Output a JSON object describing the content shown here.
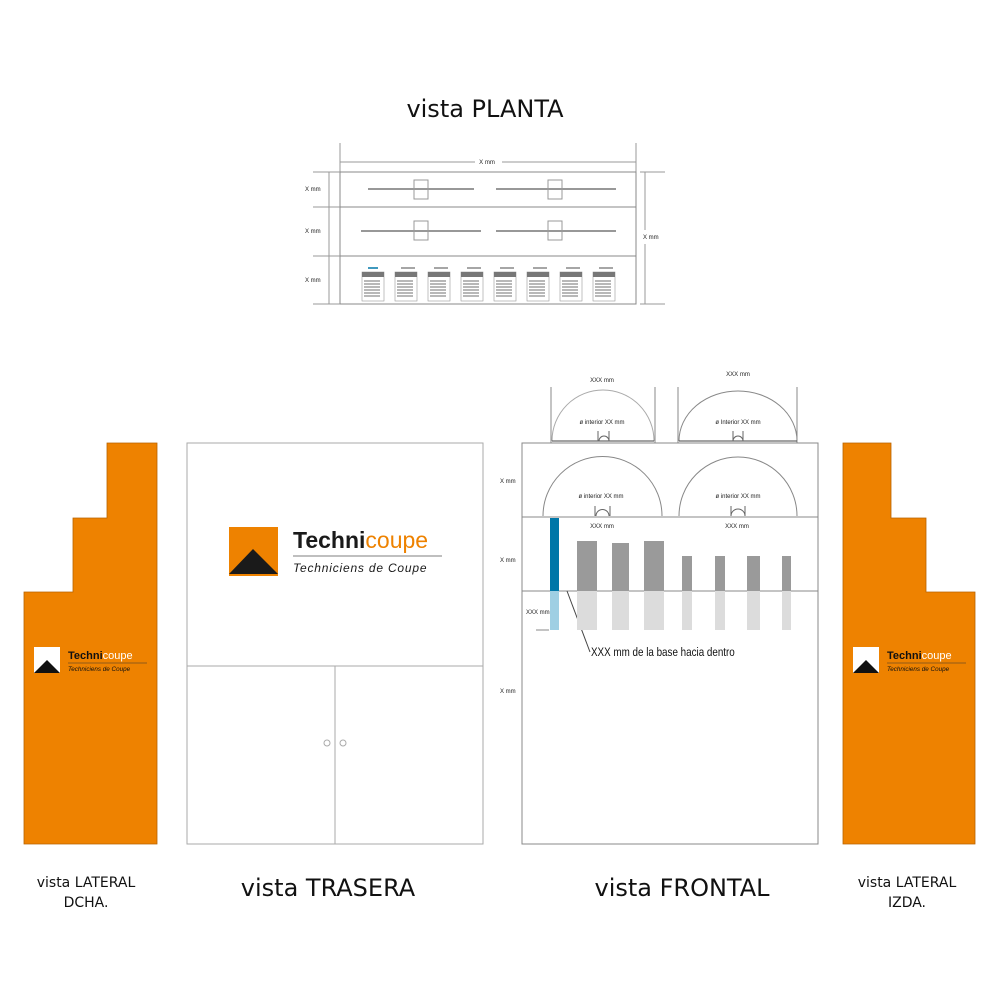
{
  "colors": {
    "orange": "#EE8200",
    "blue": "#0077A8",
    "light_blue": "#9FCFE3",
    "gray": "#9A9A9A",
    "light_gray": "#DCDCDC"
  },
  "titles": {
    "planta": "vista PLANTA",
    "trasera": "vista TRASERA",
    "frontal": "vista FRONTAL",
    "lateral_dcha_1": "vista LATERAL",
    "lateral_dcha_2": "DCHA.",
    "lateral_izda_1": "vista LATERAL",
    "lateral_izda_2": "IZDA."
  },
  "planta": {
    "width_label": "X mm",
    "row_labels": [
      "X mm",
      "X mm",
      "X mm"
    ],
    "height_label": "X mm"
  },
  "frontal": {
    "dome_labels_top": [
      "XXX mm",
      "XXX mm"
    ],
    "dome_inner_top": [
      "ø interior XX mm",
      "ø Interior XX mm"
    ],
    "dome_inner_mid": [
      "ø interior XX mm",
      "ø interior XX mm"
    ],
    "shelf_labels": [
      "XXX mm",
      "XXX mm"
    ],
    "row_labels": [
      "X mm",
      "X mm",
      "X mm"
    ],
    "base_label": "XXX mm",
    "note": "XXX mm de la base hacia dentro"
  },
  "logo": {
    "brand_a": "Techni",
    "brand_b": "coupe",
    "tagline": "Techniciens de Coupe"
  }
}
